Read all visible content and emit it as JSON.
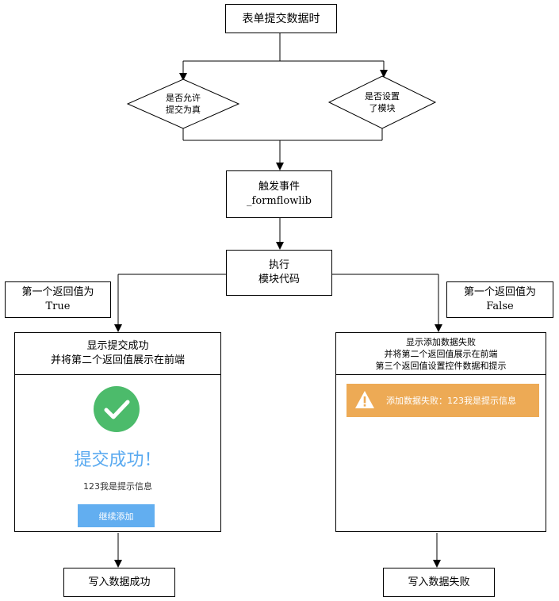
{
  "start": {
    "text": "表单提交数据时"
  },
  "decision_left": {
    "line1": "是否允许",
    "line2": "提交为真"
  },
  "decision_right": {
    "line1": "是否设置",
    "line2": "了模块"
  },
  "trigger": {
    "line1": "触发事件",
    "line2": "_formflowlib"
  },
  "execute": {
    "line1": "执行",
    "line2": "模块代码"
  },
  "branch_true": {
    "line1": "第一个返回值为",
    "line2": "True"
  },
  "branch_false": {
    "line1": "第一个返回值为",
    "line2": "False"
  },
  "success_panel": {
    "header_line1": "显示提交成功",
    "header_line2": "并将第二个返回值展示在前端",
    "title": "提交成功！",
    "message": "123我是提示信息",
    "button_label": "继续添加",
    "icon": "check-circle-icon",
    "accent_color": "#4cbb6b",
    "title_color": "#5aaaf0",
    "button_color": "#62aef0"
  },
  "fail_panel": {
    "header_line1": "显示添加数据失败",
    "header_line2": "并将第二个返回值展示在前端",
    "header_line3": "第三个返回值设置控件数据和提示",
    "alert_text": "添加数据失败：123我是提示信息",
    "icon": "warning-icon",
    "alert_color": "#edaa55"
  },
  "end_success": {
    "text": "写入数据成功"
  },
  "end_fail": {
    "text": "写入数据失败"
  }
}
